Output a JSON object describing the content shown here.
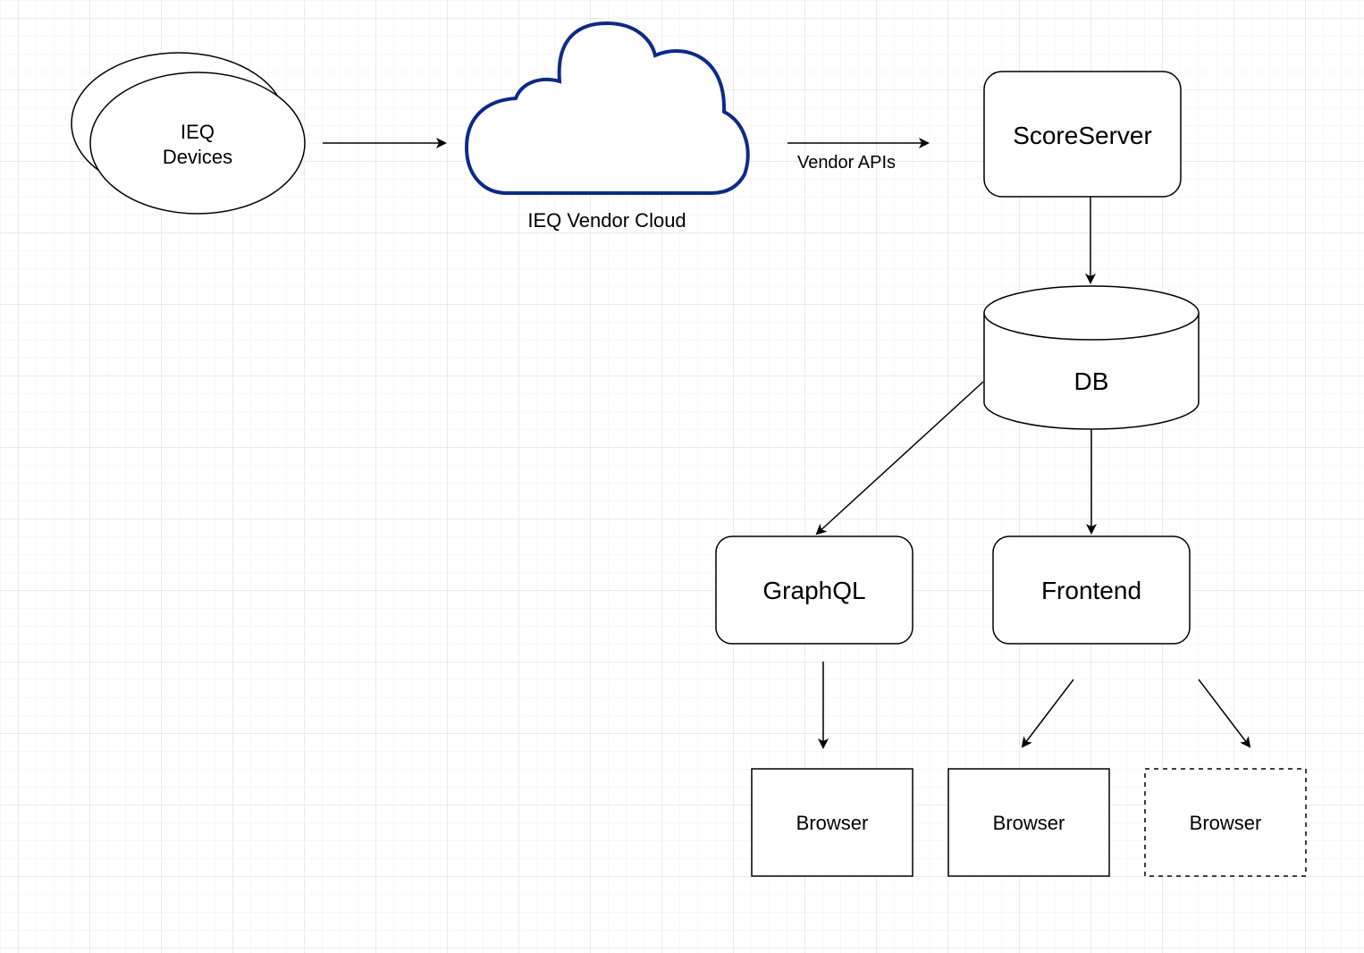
{
  "canvas": {
    "background": "#ffffff",
    "grid_color": "#d9d9d9",
    "grid_minor_color": "#efefef"
  },
  "nodes": {
    "devices": {
      "line1": "IEQ",
      "line2": "Devices",
      "shape": "stacked-ellipse"
    },
    "cloud": {
      "label": "IEQ Vendor Cloud",
      "icon": "cloud-icon",
      "stroke": "#0d2a8a"
    },
    "scoreserver": {
      "label": "ScoreServer",
      "shape": "rounded-rect"
    },
    "db": {
      "label": "DB",
      "shape": "cylinder"
    },
    "graphql": {
      "label": "GraphQL",
      "shape": "rounded-rect"
    },
    "frontend": {
      "label": "Frontend",
      "shape": "rounded-rect"
    },
    "browser1": {
      "label": "Browser",
      "shape": "rect"
    },
    "browser2": {
      "label": "Browser",
      "shape": "rect"
    },
    "browser3": {
      "label": "Browser",
      "shape": "dashed-rect"
    }
  },
  "edges": {
    "cloud_to_scoreserver": {
      "label": "Vendor APIs"
    }
  }
}
